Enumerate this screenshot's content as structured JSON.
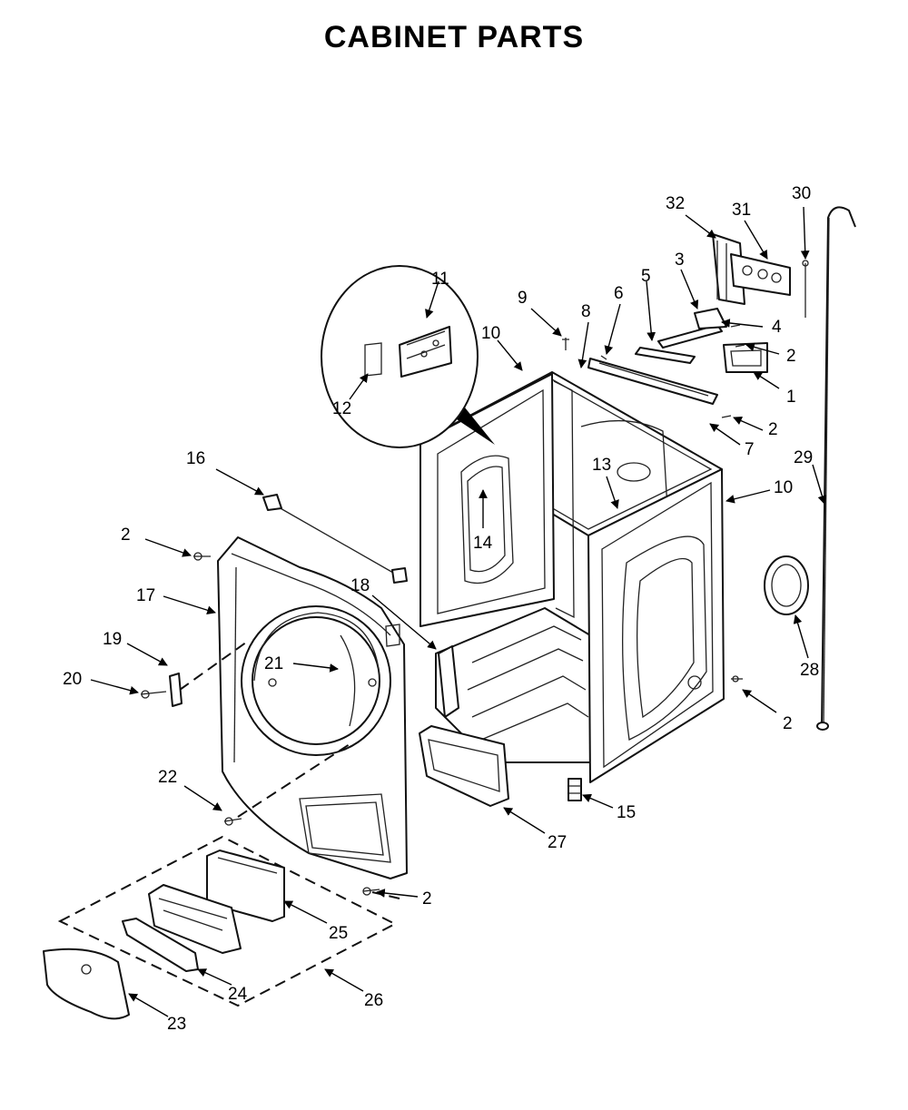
{
  "title": "CABINET PARTS",
  "callouts": [
    {
      "id": "1",
      "label": "1"
    },
    {
      "id": "2a",
      "label": "2"
    },
    {
      "id": "2b",
      "label": "2"
    },
    {
      "id": "2c",
      "label": "2"
    },
    {
      "id": "2d",
      "label": "2"
    },
    {
      "id": "2e",
      "label": "2"
    },
    {
      "id": "3",
      "label": "3"
    },
    {
      "id": "4",
      "label": "4"
    },
    {
      "id": "5",
      "label": "5"
    },
    {
      "id": "6",
      "label": "6"
    },
    {
      "id": "7",
      "label": "7"
    },
    {
      "id": "8",
      "label": "8"
    },
    {
      "id": "9",
      "label": "9"
    },
    {
      "id": "10a",
      "label": "10"
    },
    {
      "id": "10b",
      "label": "10"
    },
    {
      "id": "11",
      "label": "11"
    },
    {
      "id": "12",
      "label": "12"
    },
    {
      "id": "13",
      "label": "13"
    },
    {
      "id": "14",
      "label": "14"
    },
    {
      "id": "15",
      "label": "15"
    },
    {
      "id": "16",
      "label": "16"
    },
    {
      "id": "17",
      "label": "17"
    },
    {
      "id": "18",
      "label": "18"
    },
    {
      "id": "19",
      "label": "19"
    },
    {
      "id": "20",
      "label": "20"
    },
    {
      "id": "21",
      "label": "21"
    },
    {
      "id": "22",
      "label": "22"
    },
    {
      "id": "23",
      "label": "23"
    },
    {
      "id": "24",
      "label": "24"
    },
    {
      "id": "25",
      "label": "25"
    },
    {
      "id": "26",
      "label": "26"
    },
    {
      "id": "27",
      "label": "27"
    },
    {
      "id": "28",
      "label": "28"
    },
    {
      "id": "29",
      "label": "29"
    },
    {
      "id": "30",
      "label": "30"
    },
    {
      "id": "31",
      "label": "31"
    },
    {
      "id": "32",
      "label": "32"
    }
  ]
}
